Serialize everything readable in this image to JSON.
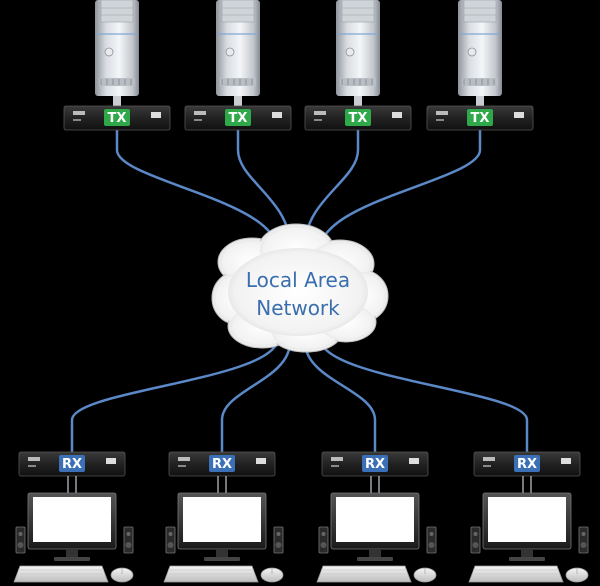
{
  "network": {
    "line1": "Local Area",
    "line2": "Network"
  },
  "transmitters": [
    {
      "label": "TX"
    },
    {
      "label": "TX"
    },
    {
      "label": "TX"
    },
    {
      "label": "TX"
    }
  ],
  "receivers": [
    {
      "label": "RX"
    },
    {
      "label": "RX"
    },
    {
      "label": "RX"
    },
    {
      "label": "RX"
    }
  ],
  "colors": {
    "background": "#000000",
    "cable": "#5b88c6",
    "tx_badge": "#2fa84a",
    "rx_badge": "#3b6fb6",
    "cloud_text": "#3a6eae",
    "device_body": "#2b2b2b"
  },
  "icons": {
    "server": "tower-server-icon",
    "monitor": "monitor-icon",
    "keyboard": "keyboard-icon",
    "mouse": "mouse-icon",
    "speaker": "speaker-icon"
  }
}
